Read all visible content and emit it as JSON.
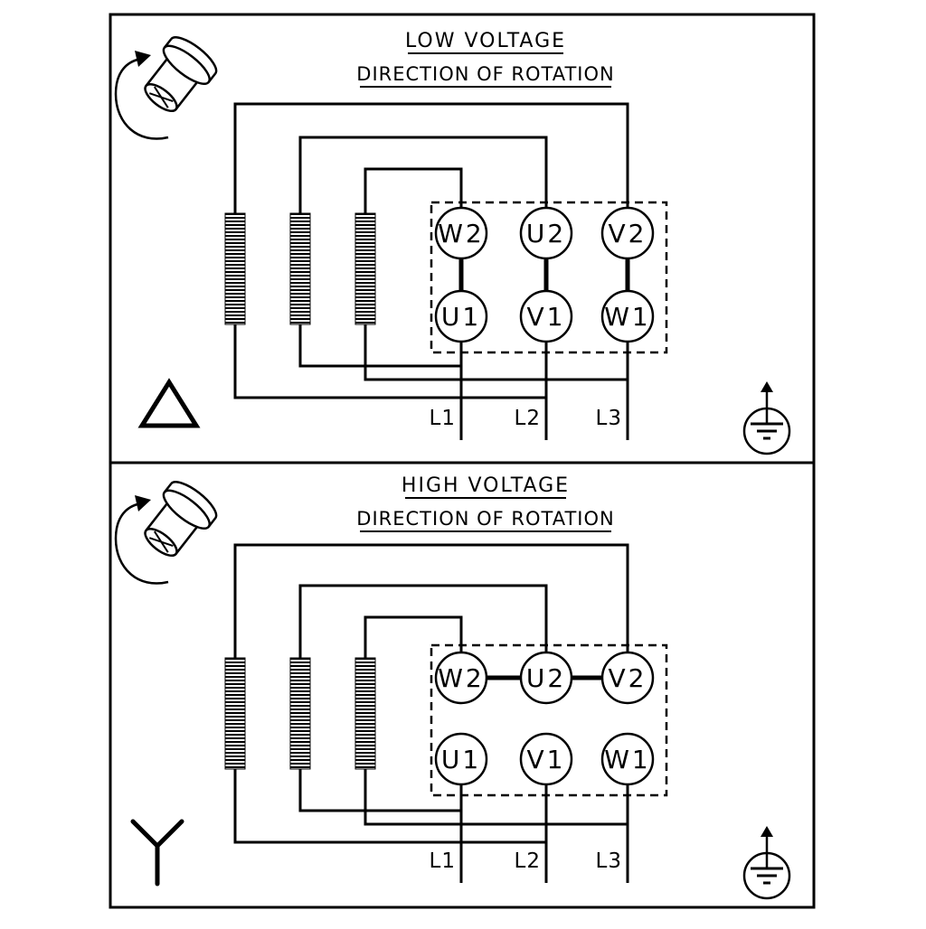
{
  "colors": {
    "ink": "#000000",
    "background": "#ffffff"
  },
  "icons": {
    "rotation": "shaft-rotation-arrow-icon",
    "ground": "earth-ground-icon",
    "delta": "delta-connection-icon",
    "star": "star-connection-icon"
  },
  "panels": [
    {
      "id": "low-voltage",
      "title": "LOW VOLTAGE",
      "subtitle": "DIRECTION OF ROTATION",
      "connection": "delta",
      "terminals_top": [
        "W2",
        "U2",
        "V2"
      ],
      "terminals_bottom": [
        "U1",
        "V1",
        "W1"
      ],
      "supply_lines": [
        "L1",
        "L2",
        "L3"
      ]
    },
    {
      "id": "high-voltage",
      "title": "HIGH VOLTAGE",
      "subtitle": "DIRECTION OF ROTATION",
      "connection": "star",
      "terminals_top": [
        "W2",
        "U2",
        "V2"
      ],
      "terminals_bottom": [
        "U1",
        "V1",
        "W1"
      ],
      "supply_lines": [
        "L1",
        "L2",
        "L3"
      ]
    }
  ]
}
